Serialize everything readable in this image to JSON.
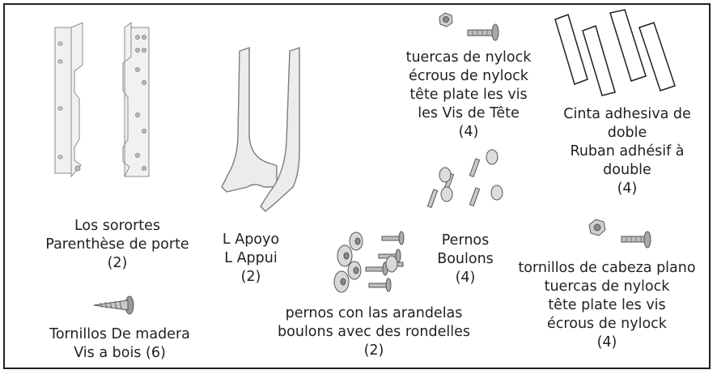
{
  "parts": {
    "door_bracket": {
      "lines": [
        "Los sorortes",
        "Parenthèse de porte",
        "(2)"
      ]
    },
    "l_support": {
      "lines": [
        "L Apoyo",
        "L Appui",
        "(2)"
      ]
    },
    "wood_screws": {
      "lines": [
        "Tornillos De madera",
        "Vis a bois (6)"
      ]
    },
    "bolts_washers": {
      "lines": [
        "pernos con las arandelas",
        "boulons avec des rondelles",
        "(2)"
      ]
    },
    "nylock_top": {
      "lines": [
        "tuercas de nylock",
        "écrous de nylock",
        "tête plate les vis",
        "les Vis de Tête",
        "(4)"
      ]
    },
    "bolts": {
      "lines": [
        "Pernos",
        "Boulons",
        "(4)"
      ]
    },
    "tape": {
      "lines": [
        "Cinta adhesiva de",
        "doble",
        "Ruban adhésif à",
        "double",
        "(4)"
      ]
    },
    "flat_screws": {
      "lines": [
        "tornillos de cabeza plano",
        "tuercas de nylock",
        "tête plate les vis",
        "écrous de nylock",
        "(4)"
      ]
    }
  },
  "colors": {
    "ink": "#231f20",
    "metal_light": "#e6e6e6",
    "metal_mid": "#b5b5b5",
    "metal_dark": "#7d7d7d"
  }
}
